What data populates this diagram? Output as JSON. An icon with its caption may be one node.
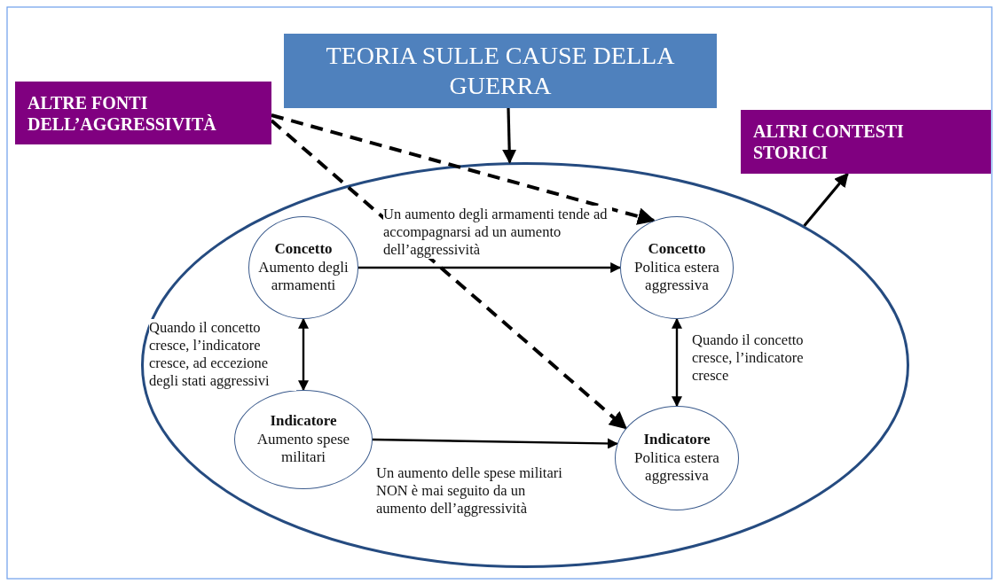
{
  "diagram": {
    "nodes": [
      {
        "text": [
          "TEORIA SULLE CAUSE DELLA GUERRA"
        ]
      },
      {
        "text": [
          "ALTRE FONTI DELL’AGGRESSIVITÀ"
        ]
      },
      {
        "text": [
          "ALTRI CONTESTI STORICI"
        ]
      },
      {
        "text": [],
        "shape": "ellipse"
      },
      {
        "text": [
          "Concetto",
          "Aumento degli armamenti"
        ],
        "in": 3
      },
      {
        "text": [
          "Concetto",
          "Politica estera aggressiva"
        ],
        "in": 3
      },
      {
        "text": [
          "Indicatore",
          "Aumento spese militari"
        ],
        "in": 3
      },
      {
        "text": [
          "Indicatore",
          "Politica estera aggressiva"
        ],
        "in": 3
      }
    ],
    "edges": [
      {
        "from": 0,
        "to": 3,
        "arrow": "to"
      },
      {
        "from": 1,
        "to": 5,
        "arrow": "to",
        "style": "dashed"
      },
      {
        "from": 1,
        "to": 7,
        "arrow": "to",
        "style": "dashed"
      },
      {
        "from": 3,
        "to": 2,
        "arrow": "to"
      },
      {
        "from": 4,
        "to": 5,
        "arrow": "to",
        "label": "Un aumento degli armamenti tende ad accompagnarsi ad un aumento dell’aggressività"
      },
      {
        "from": 4,
        "to": 6,
        "arrow": "both",
        "label": "Quando il concetto cresce, l’indicatore cresce, ad eccezione degli stati aggressivi"
      },
      {
        "from": 5,
        "to": 7,
        "arrow": "both",
        "label": "Quando il concetto cresce, l’indicatore cresce"
      },
      {
        "from": 6,
        "to": 7,
        "arrow": "to",
        "label": "Un aumento delle spese militari NON è mai seguito da un aumento dell’aggressività"
      }
    ]
  }
}
